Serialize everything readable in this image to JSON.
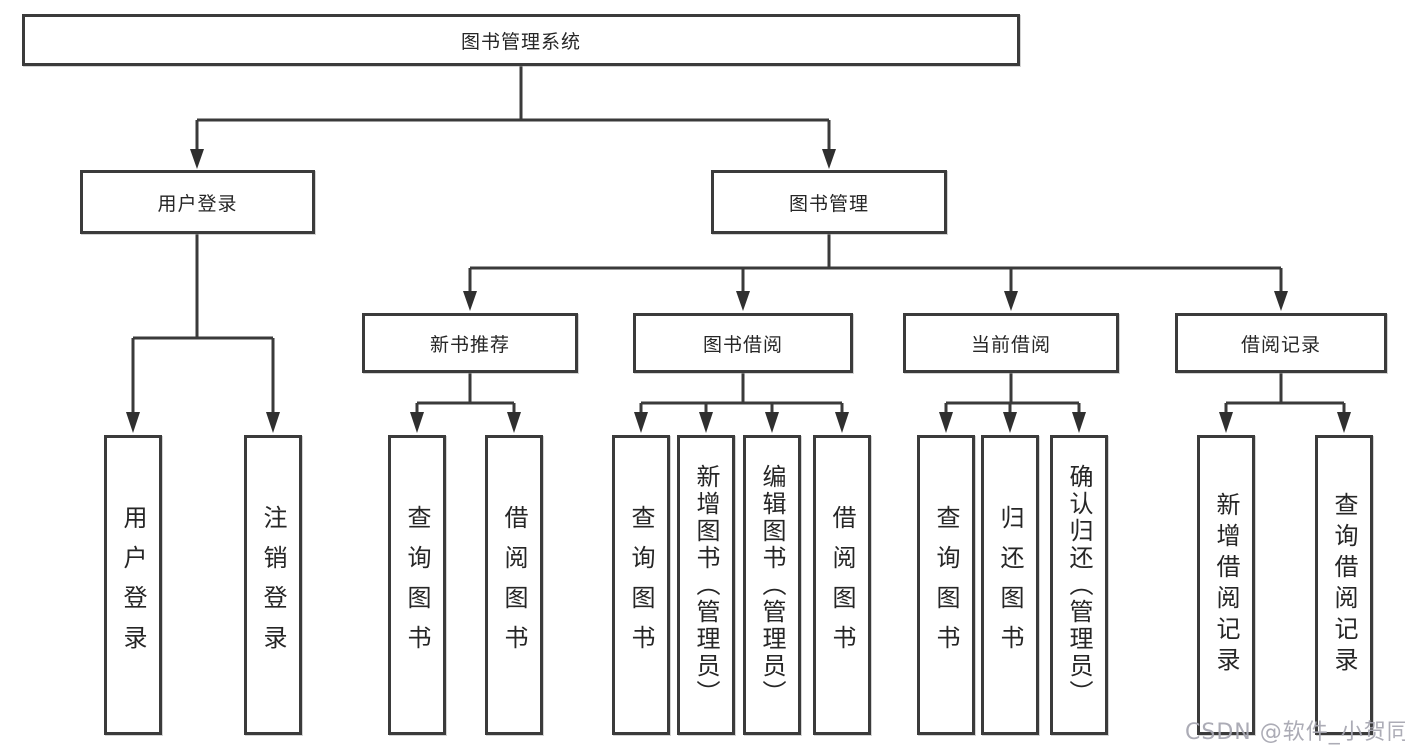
{
  "diagram": {
    "root_label": "图书管理系统",
    "watermark": "CSDN @软件_小贺同学",
    "colors": {
      "line": "#3a3a3a",
      "border": "#3b3b3b",
      "text": "#262626",
      "watermark": "#a8a8b2",
      "background": "#ffffff"
    },
    "level1": {
      "user_login": {
        "label": "用户登录"
      },
      "book_mgmt": {
        "label": "图书管理"
      }
    },
    "level2": {
      "new_book_rec": {
        "label": "新书推荐"
      },
      "book_borrow": {
        "label": "图书借阅"
      },
      "current_borrow": {
        "label": "当前借阅"
      },
      "borrow_records": {
        "label": "借阅记录"
      }
    },
    "leaves": {
      "user_login": {
        "label": "用户登录"
      },
      "user_logout": {
        "label": "注销登录"
      },
      "rec_query_book": {
        "label": "查询图书"
      },
      "rec_borrow_book": {
        "label": "借阅图书"
      },
      "bb_query_book": {
        "label": "查询图书"
      },
      "bb_add_book": {
        "label": "新增图书（管理员）"
      },
      "bb_edit_book": {
        "label": "编辑图书（管理员）"
      },
      "bb_borrow_book": {
        "label": "借阅图书"
      },
      "cb_query_book": {
        "label": "查询图书"
      },
      "cb_return_book": {
        "label": "归还图书"
      },
      "cb_confirm_return": {
        "label": "确认归还（管理员）"
      },
      "rc_add_record": {
        "label": "新增借阅记录"
      },
      "rc_query_record": {
        "label": "查询借阅记录"
      }
    }
  }
}
